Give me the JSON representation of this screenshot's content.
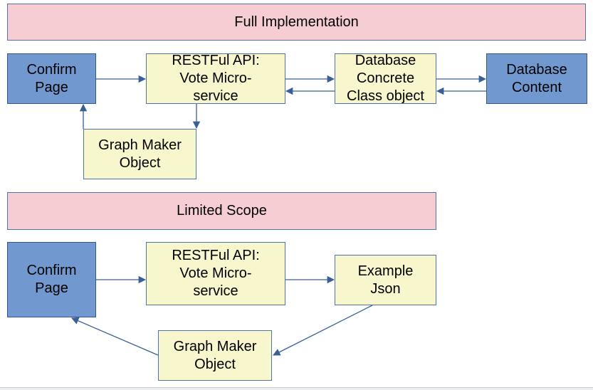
{
  "full": {
    "banner": "Full Implementation",
    "confirm_page": "Confirm\nPage",
    "api": "RESTFul API:\nVote Micro-\nservice",
    "db_object": "Database\nConcrete\nClass object",
    "db_content": "Database\nContent",
    "graph_maker": "Graph Maker\nObject"
  },
  "limited": {
    "banner": "Limited Scope",
    "confirm_page": "Confirm\nPage",
    "api": "RESTFul API:\nVote Micro-\nservice",
    "example": "Example\nJson",
    "graph_maker": "Graph Maker\nObject"
  },
  "colors": {
    "banner_fill": "#f6cdd3",
    "blue_fill": "#7199cf",
    "yellow_fill": "#f7f6cc",
    "connector": "#3a5f94"
  }
}
